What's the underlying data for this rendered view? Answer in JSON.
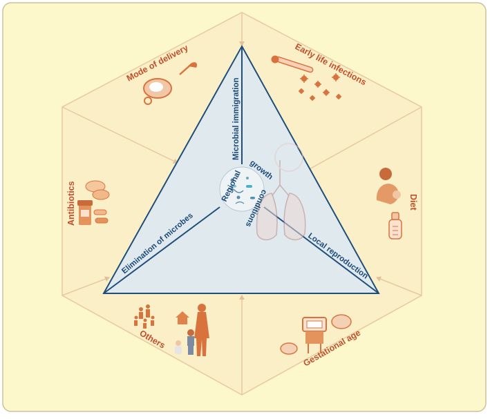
{
  "colors": {
    "background": "#fdf7cc",
    "hexagon_fill": "#fbefc8",
    "divider": "#e7c9a0",
    "triangle_fill": "#dfe9ee",
    "triangle_stroke": "#1f4e7a",
    "factor_text": "#c0502a",
    "inner_text": "#1d4b78",
    "icon": "#d9733e"
  },
  "factors": {
    "mode_of_delivery": "Mode of delivery",
    "early_life_infections": "Early life infections",
    "diet": "Diet",
    "gestational_age": "Gestational age",
    "others": "Others",
    "antibiotics": "Antibiotics"
  },
  "triangle": {
    "microbial_immigration": "Microbial immigration",
    "elimination_of_microbes": "Elimination of microbes",
    "local_reproduction": "Local reproduction"
  },
  "center": {
    "regional": "Regional",
    "growth": "growth",
    "conditions": "conditions"
  },
  "icons": {
    "mode_of_delivery": "baby-scalpel-icon",
    "early_life_infections": "thermometer-virus-icon",
    "diet": "breastfeeding-bottle-icon",
    "gestational_age": "incubator-fetus-icon",
    "others": "family-house-icon",
    "antibiotics": "pills-icon",
    "lungs": "lungs-icon",
    "microbes": "microbe-circle-icon"
  }
}
